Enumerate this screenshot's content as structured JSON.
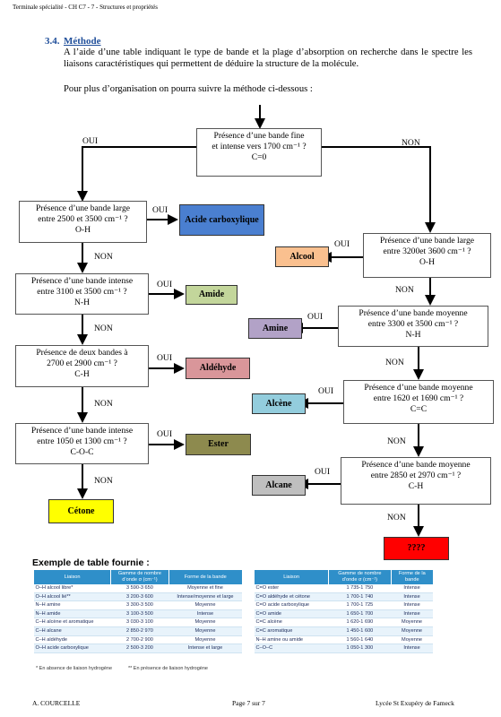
{
  "header": "Terminale spécialité - CH C7 - 7 - Structures et propriétés",
  "section": {
    "number": "3.4.",
    "title": "Méthode"
  },
  "paragraph": "A l’aide d’une table indiquant le type de bande et la plage d’absorption on recherche dans le spectre les liaisons caractéristiques qui permettent de déduire la structure de la molécule.",
  "paragraph2": "Pour plus d’organisation on pourra suivre la méthode ci-dessous :",
  "flow": {
    "start": {
      "l1": "Présence d’une bande fine",
      "l2": "et intense vers 1700 cm⁻¹ ?",
      "l3": "C=0"
    },
    "left": [
      {
        "l1": "Présence d’une bande large",
        "l2": "entre 2500 et 3500 cm⁻¹ ?",
        "l3": "O-H"
      },
      {
        "l1": "Présence d’une bande intense",
        "l2": "entre 3100 et 3500 cm⁻¹ ?",
        "l3": "N-H"
      },
      {
        "l1": "Présence de deux bandes à",
        "l2": "2700 et 2900 cm⁻¹ ?",
        "l3": "C-H"
      },
      {
        "l1": "Présence d’une bande intense",
        "l2": "entre 1050 et 1300 cm⁻¹ ?",
        "l3": "C-O-C"
      }
    ],
    "right": [
      {
        "l1": "Présence d’une bande large",
        "l2": "entre 3200et 3600 cm⁻¹ ?",
        "l3": "O-H"
      },
      {
        "l1": "Présence d’une bande moyenne",
        "l2": "entre 3300 et 3500 cm⁻¹ ?",
        "l3": "N-H"
      },
      {
        "l1": "Présence d’une bande moyenne",
        "l2": "entre 1620 et 1690 cm⁻¹ ?",
        "l3": "C=C"
      },
      {
        "l1": "Présence d’une bande moyenne",
        "l2": "entre 2850 et 2970 cm⁻¹ ?",
        "l3": "C-H"
      }
    ],
    "results": {
      "acide": "Acide carboxylique",
      "amide": "Amide",
      "aldehyde": "Aldéhyde",
      "ester": "Ester",
      "cetone": "Cétone",
      "alcool": "Alcool",
      "amine": "Amine",
      "alcene": "Alcène",
      "alcane": "Alcane",
      "unknown": "????"
    },
    "oui": "OUI",
    "non": "NON",
    "colors": {
      "acide": "#4a7fd0",
      "amide": "#c3d69b",
      "aldehyde": "#d9969a",
      "ester": "#8d8a4e",
      "cetone": "#ffff00",
      "alcool": "#fac08f",
      "amine": "#b2a2c7",
      "alcene": "#93cddd",
      "alcane": "#bfbfbf",
      "unknown": "#ff0000"
    }
  },
  "table_title": "Exemple de table fournie :",
  "table_headers": [
    "Liaison",
    "Gamme de nombre d’onde σ (cm⁻¹)",
    "Forme de la bande"
  ],
  "table_left": [
    [
      "O–H alcool libre*",
      "3 590-3 650",
      "Moyenne et fine"
    ],
    [
      "O–H alcool lié**",
      "3 200-3 600",
      "Intense/moyenne et large"
    ],
    [
      "N–H amine",
      "3 300-3 500",
      "Moyenne"
    ],
    [
      "N–H amide",
      "3 100-3 500",
      "Intense"
    ],
    [
      "C–H alcène et aromatique",
      "3 030-3 100",
      "Moyenne"
    ],
    [
      "C–H alcane",
      "2 850-2 970",
      "Moyenne"
    ],
    [
      "C–H aldéhyde",
      "2 700-2 900",
      "Moyenne"
    ],
    [
      "O–H acide carboxylique",
      "2 500-3 200",
      "Intense et large"
    ]
  ],
  "table_right": [
    [
      "C=O ester",
      "1 735-1 750",
      "Intense"
    ],
    [
      "C=O aldéhyde et cétone",
      "1 700-1 740",
      "Intense"
    ],
    [
      "C=O acide carboxylique",
      "1 700-1 725",
      "Intense"
    ],
    [
      "C=O amide",
      "1 650-1 700",
      "Intense"
    ],
    [
      "C=C alcène",
      "1 620-1 690",
      "Moyenne"
    ],
    [
      "C=C aromatique",
      "1 450-1 600",
      "Moyenne"
    ],
    [
      "N–H amine ou amide",
      "1 560-1 640",
      "Moyenne"
    ],
    [
      "C–O–C",
      "1 050-1 300",
      "Intense"
    ]
  ],
  "notes": {
    "n1": "* En absence de liaison hydrogène",
    "n2": "** En présence de liaison hydrogène"
  },
  "footer": {
    "left": "A. COURCELLE",
    "center": "Page 7 sur 7",
    "right": "Lycée St Exupéry de Fameck"
  }
}
